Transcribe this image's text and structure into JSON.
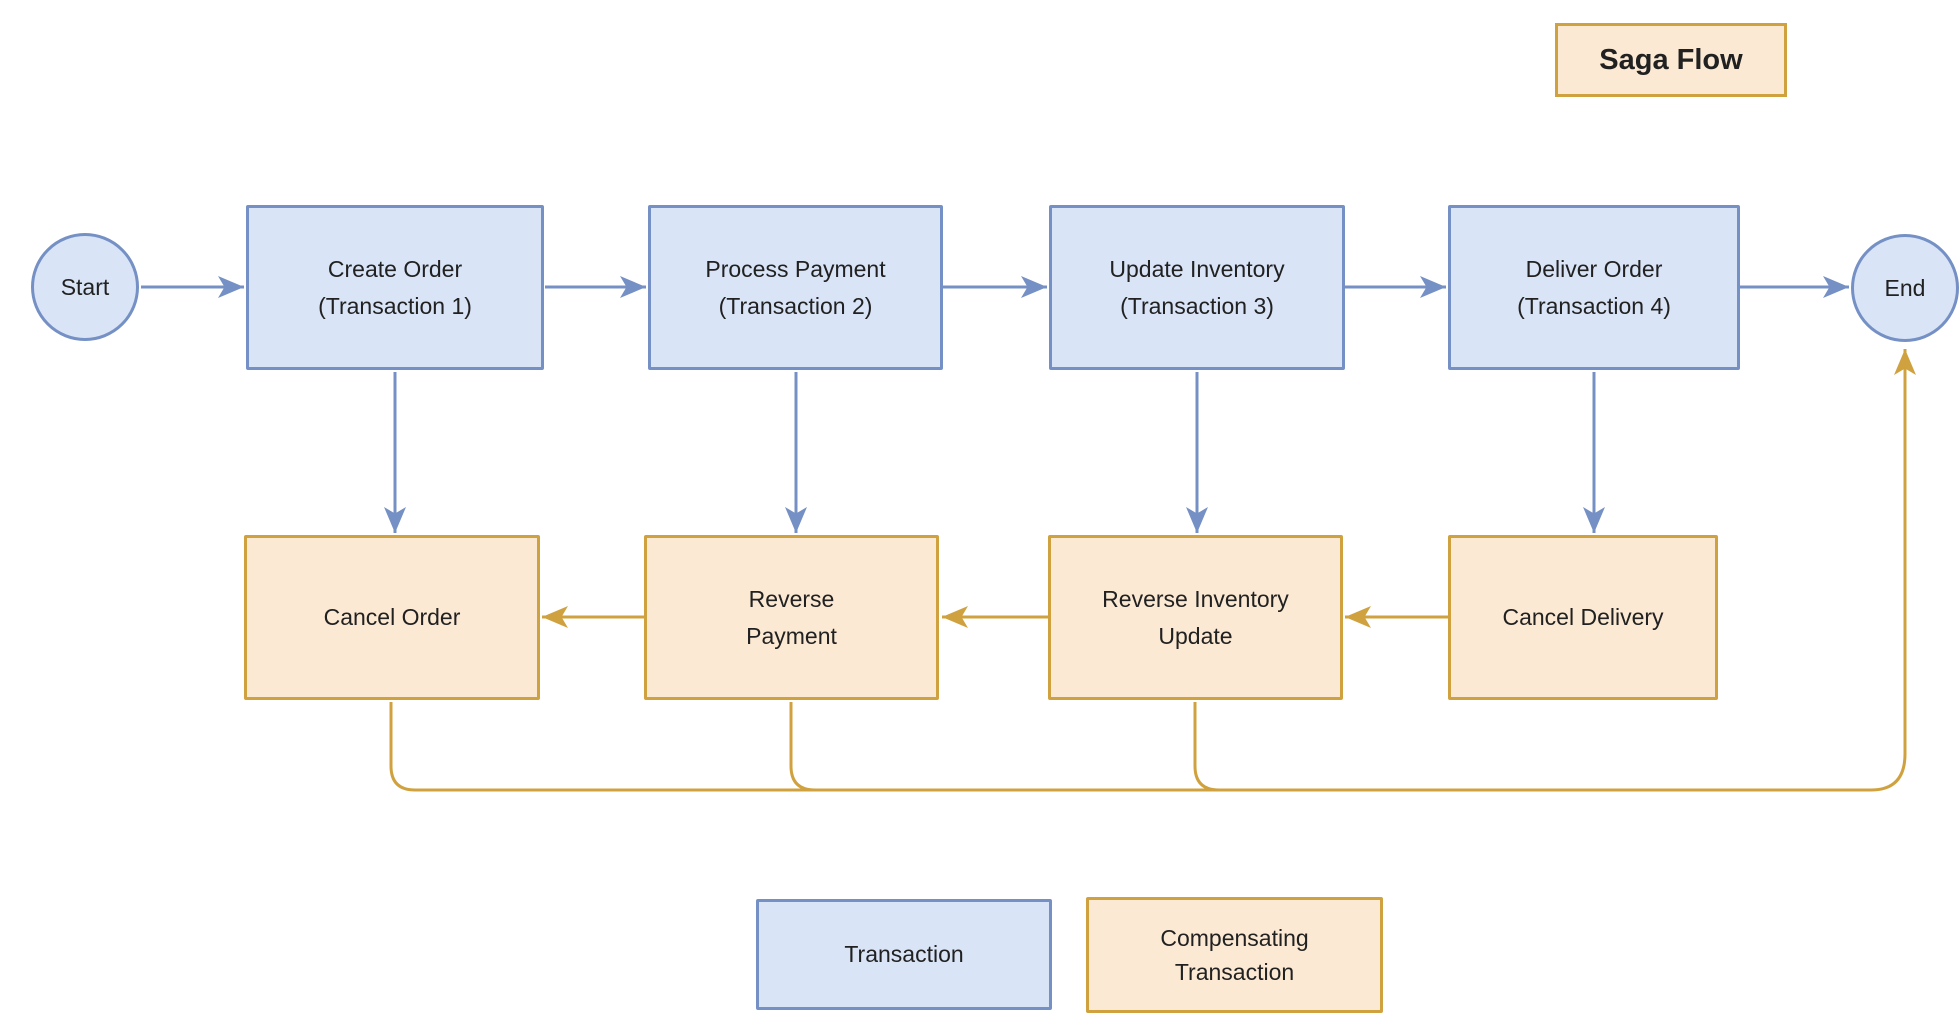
{
  "title": "Saga Flow",
  "nodes": {
    "start": "Start",
    "end": "End",
    "transactions": [
      {
        "name": "Create Order",
        "sub": "(Transaction 1)"
      },
      {
        "name": "Process Payment",
        "sub": "(Transaction 2)"
      },
      {
        "name": "Update Inventory",
        "sub": "(Transaction 3)"
      },
      {
        "name": "Deliver Order",
        "sub": "(Transaction 4)"
      }
    ],
    "compensations": [
      {
        "line1": "Cancel Order",
        "line2": ""
      },
      {
        "line1": "Reverse",
        "line2": "Payment"
      },
      {
        "line1": "Reverse Inventory",
        "line2": "Update"
      },
      {
        "line1": "Cancel Delivery",
        "line2": ""
      }
    ]
  },
  "legend": {
    "transaction": {
      "line1": "Transaction",
      "line2": ""
    },
    "compensating": {
      "line1": "Compensating",
      "line2": "Transaction"
    }
  },
  "colors": {
    "transaction_fill": "#d9e4f7",
    "transaction_stroke": "#7590c4",
    "compensation_fill": "#fbe9d3",
    "compensation_stroke": "#d0a23f",
    "arrow_blue": "#7590c4",
    "arrow_orange": "#d0a23f",
    "text": "#212121",
    "background": "#ffffff"
  }
}
